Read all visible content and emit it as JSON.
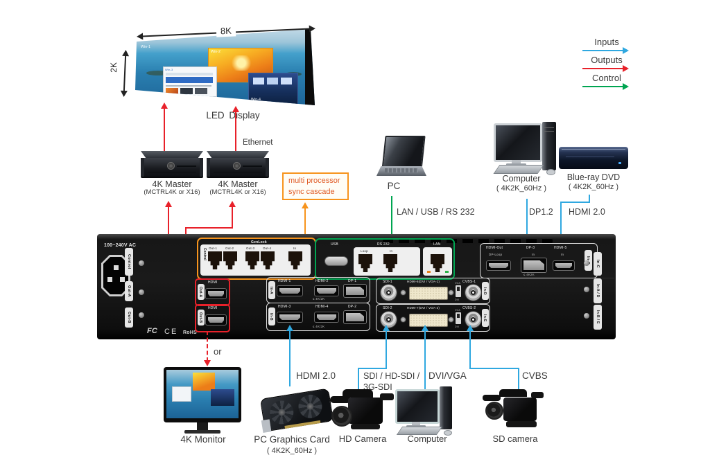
{
  "legend": {
    "inputs": "Inputs",
    "outputs": "Outputs",
    "control": "Control"
  },
  "colors": {
    "input": "#2fa8e0",
    "output": "#e8212a",
    "control": "#00a551",
    "cascade": "#f7941d"
  },
  "led": {
    "width": "8K",
    "height": "2K",
    "caption": "LED Display",
    "win1": "Win-1",
    "win2": "Win-2",
    "win3": "Win-3",
    "win4": "Win-4"
  },
  "master1": {
    "name": "4K Master",
    "sub": "(MCTRL4K or X16)"
  },
  "master2": {
    "name": "4K Master",
    "sub": "(MCTRL4K or X16)"
  },
  "ethernet": "Ethernet",
  "sync": {
    "line1": "multi processor",
    "line2": "sync cascade"
  },
  "pc": {
    "label": "PC",
    "conn": "LAN / USB / RS 232"
  },
  "computer_top": {
    "label": "Computer",
    "sub": "( 4K2K_60Hz )",
    "conn": "DP1.2"
  },
  "bluray": {
    "label": "Blue-ray DVD",
    "sub": "( 4K2K_60Hz )",
    "conn": "HDMI 2.0"
  },
  "device": {
    "power": "100~240V AC",
    "side1": "Control",
    "side2": "Out-A",
    "side3": "Out-B",
    "cert1": "FC",
    "cert2": "CE",
    "cert3": "RoHS",
    "net": {
      "control": "Control",
      "out1": "Out-1",
      "out2": "Out-2",
      "out3": "Out-3",
      "out4": "Out-4",
      "genlock": "GenLock",
      "in": "In"
    },
    "ctrl": {
      "usb": "USB",
      "rs232": "RS 232",
      "loop": "Loop",
      "in": "In",
      "lan": "LAN"
    },
    "outa": {
      "hdmi": "HDMI",
      "tab": "Out-A"
    },
    "outb": {
      "hdmi": "HDMI",
      "tab": "Out-B"
    },
    "carda": {
      "tab": "In-A",
      "p1": "HDMI-1",
      "p2": "HDMI-2",
      "p3": "DP-1",
      "note": "≤ 4K/2K"
    },
    "cardb": {
      "tab": "In-B",
      "p1": "HDMI-3",
      "p2": "HDMI-4",
      "p3": "DP-2",
      "note": "≤ 4K/2K"
    },
    "cardc": {
      "tab": "In-C",
      "l1": "HDMI-Out",
      "l2": "DP-3",
      "l3": "HDMI-5",
      "s1": "DP-Loop",
      "s2": "In",
      "s3": "In",
      "note": "≤ 4K2K"
    },
    "cardd": {
      "tab": "In-D",
      "p1": "SDI-1",
      "p2": "HDMI-6(DVI / VGA-1)",
      "p3": "CVBS-1",
      "sw_top": "VGA",
      "sw_bot": "DVI"
    },
    "carde": {
      "tab": "In-E",
      "p1": "SDI-2",
      "p2": "HDMI-7(DVI / VGA-2)",
      "p3": "CVBS-2",
      "sw_top": "VGA",
      "sw_bot": "DVI"
    },
    "tab1": "In-C",
    "tab2": "In-A / D",
    "tab3": "In-B / E"
  },
  "bottom": {
    "or": "or",
    "monitor": "4K Monitor",
    "gpu_conn": "HDMI 2.0",
    "gpu": "PC Graphics Card",
    "gpu_sub": "( 4K2K_60Hz )",
    "sdi_conn1": "SDI / HD-SDI /",
    "sdi_conn2": "3G-SDI",
    "hdcam": "HD Camera",
    "dvi_conn": "DVI/VGA",
    "computer": "Computer",
    "cvbs_conn": "CVBS",
    "sdcam": "SD camera"
  }
}
